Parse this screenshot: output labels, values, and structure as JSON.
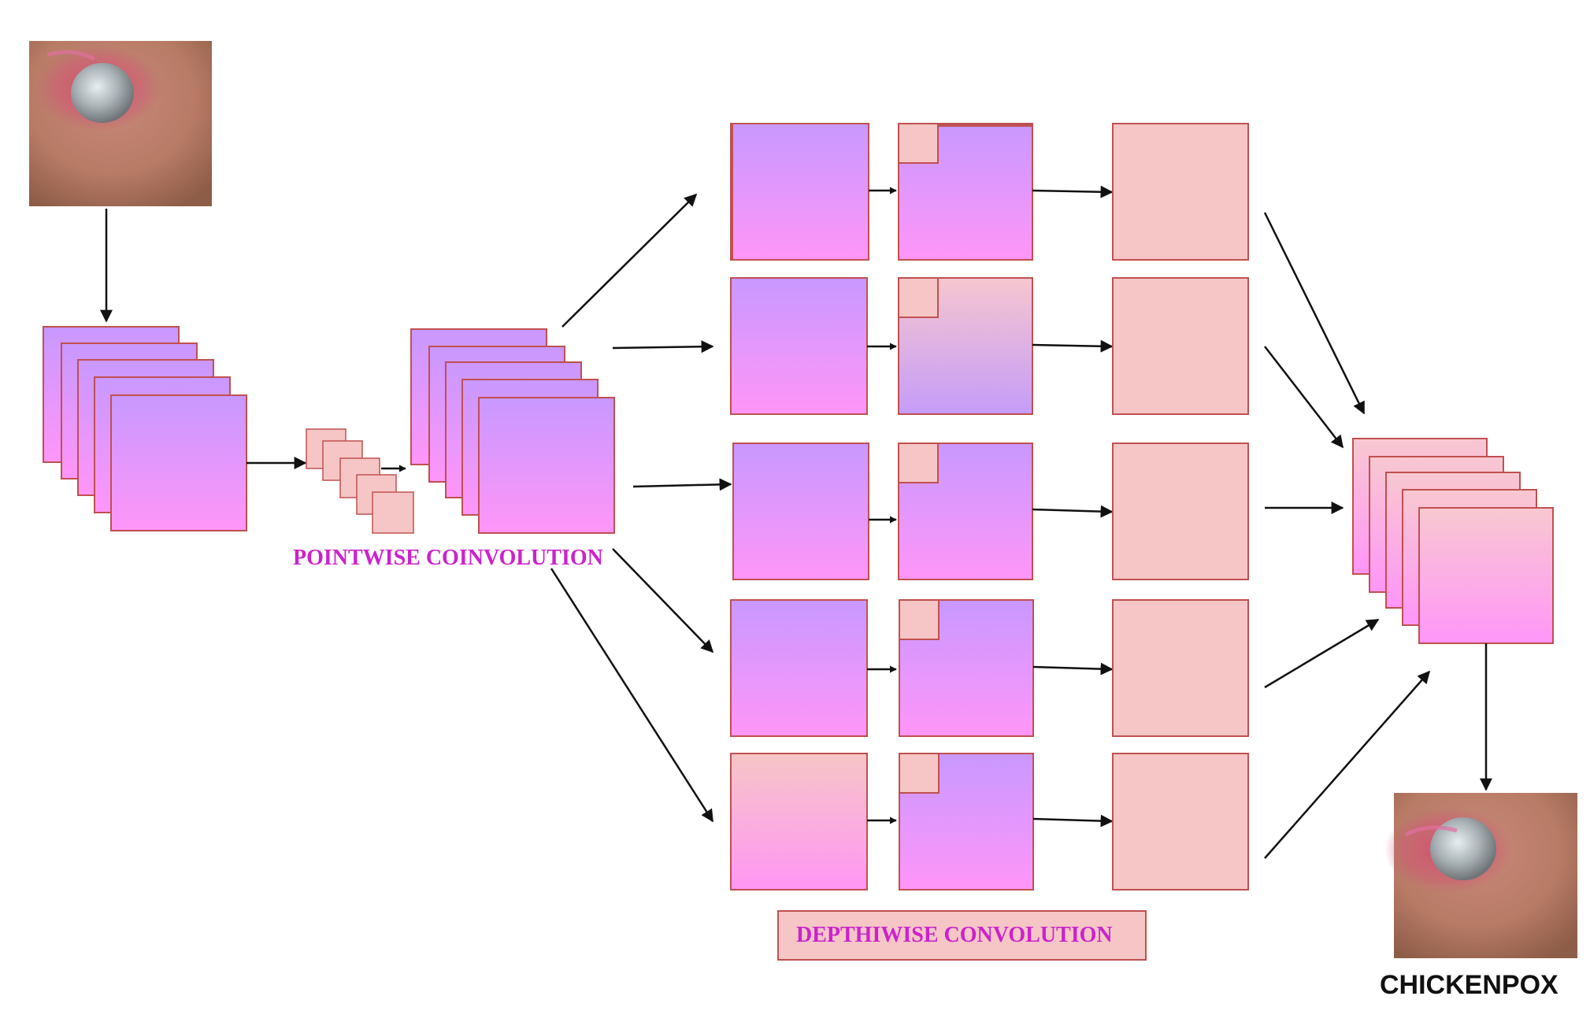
{
  "labels": {
    "pointwise": "POINTWISE COINVOLUTION",
    "depthwise": "DEPTHIWISE CONVOLUTION",
    "output_class": "CHICKENPOX"
  },
  "images": {
    "input": "skin-lesion-photo",
    "output": "skin-lesion-photo"
  },
  "colors": {
    "map_top": "#c898ff",
    "map_bottom": "#ff96f8",
    "salmon": "#f6c6c6",
    "border": "#c05050",
    "arrow": "#111111",
    "label_magenta": "#cc22cc"
  }
}
